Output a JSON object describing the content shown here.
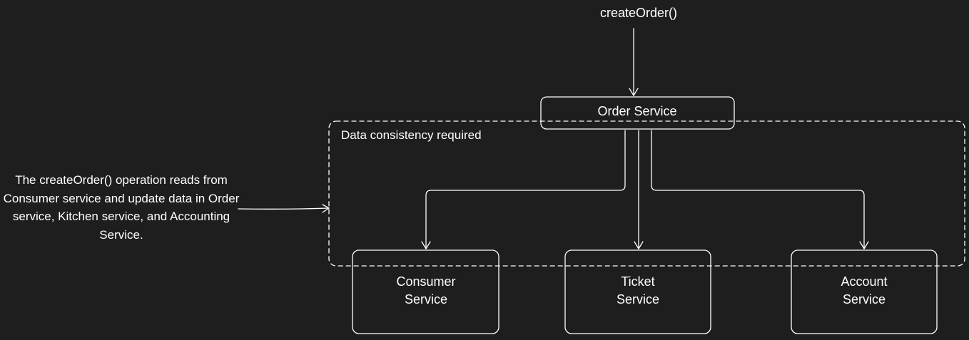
{
  "diagram": {
    "trigger_label": "createOrder()",
    "order_service_label": "Order Service",
    "boundary_label": "Data consistency required",
    "annotation_text": "The createOrder() operation reads from Consumer service and update data in Order service, Kitchen service, and Accounting Service.",
    "services": [
      {
        "line1": "Consumer",
        "line2": "Service"
      },
      {
        "line1": "Ticket",
        "line2": "Service"
      },
      {
        "line1": "Account",
        "line2": "Service"
      }
    ],
    "colors": {
      "background": "#1e1e1e",
      "stroke": "#ffffff",
      "text": "#ffffff"
    }
  }
}
